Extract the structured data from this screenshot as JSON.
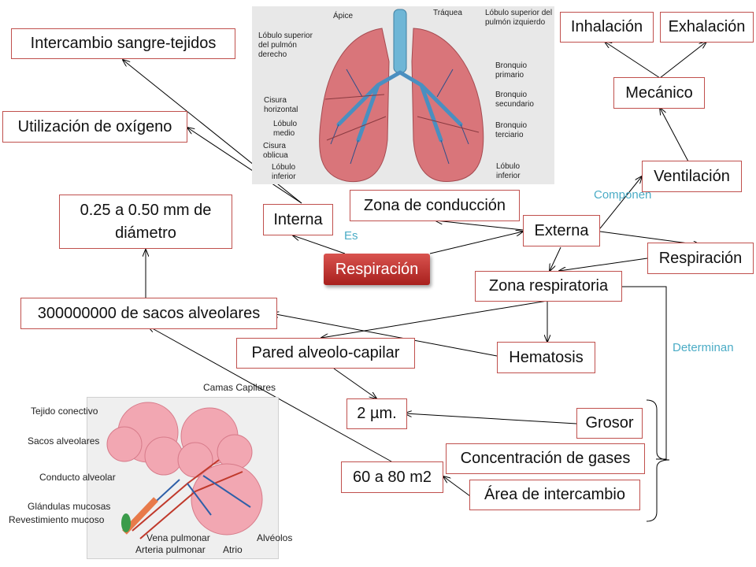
{
  "center": {
    "label": "Respiración"
  },
  "nodes": {
    "intercambio_sangre": "Intercambio sangre-tejidos",
    "utilizacion_oxigeno": "Utilización de oxígeno",
    "diametro": "0.25 a 0.50 mm de diámetro",
    "interna": "Interna",
    "zona_conduccion": "Zona de conducción",
    "externa": "Externa",
    "inhalacion": "Inhalación",
    "exhalacion": "Exhalación",
    "mecanico": "Mecánico",
    "ventilacion": "Ventilación",
    "respiracion_right": "Respiración",
    "zona_respiratoria": "Zona respiratoria",
    "sacos_alveolares": "300000000 de sacos alveolares",
    "pared_alveolo": "Pared alveolo-capilar",
    "hematosis": "Hematosis",
    "dos_um": "2 µm.",
    "grosor": "Grosor",
    "concentracion": "Concentración de gases",
    "area_m2": "60 a 80 m2",
    "area_intercambio": "Área de intercambio"
  },
  "edge_labels": {
    "es": "Es",
    "componen": "Componen",
    "determinan": "Determinan"
  },
  "lung_labels": {
    "apice": "Ápice",
    "traquea": "Tráquea",
    "lobulo_sup_izq": "Lóbulo superior del pulmón izquierdo",
    "lobulo_sup_der": "Lóbulo superior del pulmón derecho",
    "bronquio_primario": "Bronquio primario",
    "bronquio_secundario": "Bronquio secundario",
    "bronquio_terciario": "Bronquio terciario",
    "cisura_horizontal": "Cisura horizontal",
    "lobulo_medio": "Lóbulo medio",
    "cisura_oblicua": "Cisura oblicua",
    "lobulo_inferior_der": "Lóbulo inferior",
    "lobulo_inferior_izq": "Lóbulo inferior"
  },
  "alveoli_labels": {
    "camas_capilares": "Camas Capilares",
    "tejido_conectivo": "Tejido conectivo",
    "sacos_alveolares": "Sacos alveolares",
    "conducto_alveolar": "Conducto alveolar",
    "glandulas_mucosas": "Glándulas mucosas",
    "revestimiento_mucoso": "Revestimiento mucoso",
    "vena_pulmonar": "Vena pulmonar",
    "arteria_pulmonar": "Arteria pulmonar",
    "atrio": "Atrio",
    "alveolos": "Alvéolos"
  },
  "colors": {
    "node_border": "#c0504d",
    "center_fill": "#c9302c",
    "edge_label": "#4bacc6",
    "lung_bg": "#e8e8e8"
  }
}
